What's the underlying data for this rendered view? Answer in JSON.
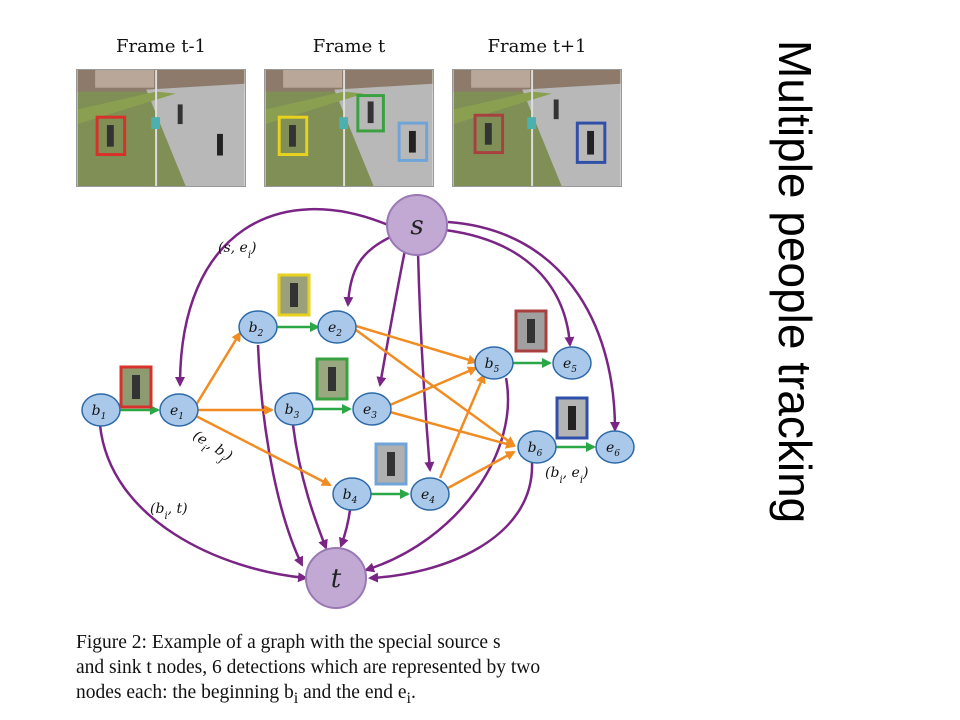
{
  "frames": [
    {
      "label": "Frame t-1"
    },
    {
      "label": "Frame t"
    },
    {
      "label": "Frame t+1"
    }
  ],
  "graph": {
    "source_label": "s",
    "sink_label": "t",
    "nodes": [
      {
        "id": "b1",
        "base": "b",
        "sub": "1"
      },
      {
        "id": "e1",
        "base": "e",
        "sub": "1"
      },
      {
        "id": "b2",
        "base": "b",
        "sub": "2"
      },
      {
        "id": "e2",
        "base": "e",
        "sub": "2"
      },
      {
        "id": "b3",
        "base": "b",
        "sub": "3"
      },
      {
        "id": "e3",
        "base": "e",
        "sub": "3"
      },
      {
        "id": "b4",
        "base": "b",
        "sub": "4"
      },
      {
        "id": "e4",
        "base": "e",
        "sub": "4"
      },
      {
        "id": "b5",
        "base": "b",
        "sub": "5"
      },
      {
        "id": "e5",
        "base": "e",
        "sub": "5"
      },
      {
        "id": "b6",
        "base": "b",
        "sub": "6"
      },
      {
        "id": "e6",
        "base": "e",
        "sub": "6"
      }
    ],
    "edge_labels": {
      "source_edge": "(s, e",
      "source_edge_sub": "i",
      "transition_edge": "(e",
      "transition_edge_sub1": "i",
      "transition_edge_mid": ", b",
      "transition_edge_sub2": "j",
      "sink_edge": "(b",
      "sink_edge_sub": "i",
      "sink_edge_tail": ", t)",
      "detection_edge": "(b",
      "detection_edge_sub": "i",
      "detection_edge_mid": ", e",
      "detection_edge_sub2": "i"
    },
    "colors": {
      "node_fill": "#a9c8ea",
      "node_stroke": "#2e6aa8",
      "big_node_fill": "#c2a9d4",
      "big_node_stroke": "#9a78b5",
      "source_sink_edge": "#7a2585",
      "detection_edge": "#2aa845",
      "transition_edge": "#f08c22"
    }
  },
  "title": "Multiple people tracking",
  "caption": {
    "line1": "Figure 2:  Example of a graph with the special source s",
    "line2": "and sink t nodes, 6 detections which are represented by two",
    "line3": "nodes each: the beginning b",
    "line3_sub": "i",
    "line3_tail": " and the end e",
    "line3_sub2": "i",
    "line3_end": "."
  }
}
